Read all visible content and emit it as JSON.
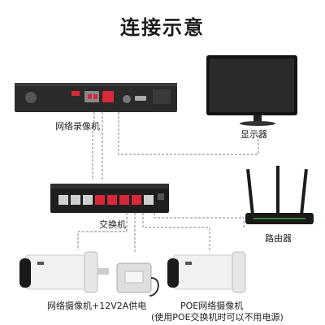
{
  "title": "连接示意",
  "labels": {
    "nvr": "网络录像机",
    "monitor": "显示器",
    "switch": "交换机",
    "router": "路由器",
    "camera_left": "网络摄像机+12V2A供电",
    "camera_right_line1": "POE网络摄像机",
    "camera_right_line2": "(使用POE交换机时可以不用电源)"
  },
  "colors": {
    "device_dark": "#222222",
    "wire": "#9a9a9a",
    "port_red": "#d8283a",
    "camera_white": "#f1f1f1"
  }
}
